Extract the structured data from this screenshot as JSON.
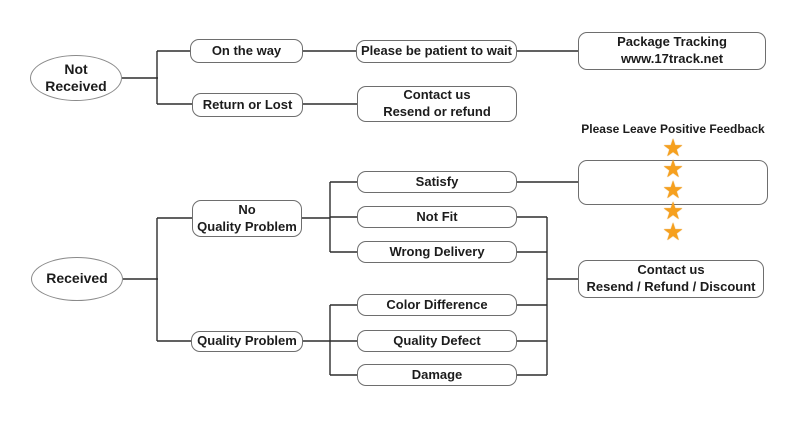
{
  "flowchart": {
    "colors": {
      "star": "#F6A01E",
      "line": "#2d2d2d",
      "box_border": "#6e6e6e",
      "text": "#1c1c1c",
      "background": "#ffffff"
    },
    "branches": {
      "not_received": {
        "root": {
          "line1": "Not",
          "line2": "Received"
        },
        "on_the_way": {
          "label": "On the way"
        },
        "be_patient": {
          "label": "Please be patient to wait"
        },
        "package_tracking": {
          "line1": "Package Tracking",
          "line2": "www.17track.net"
        },
        "return_or_lost": {
          "label": "Return or Lost"
        },
        "contact_resend_refund": {
          "line1": "Contact us",
          "line2": "Resend or refund"
        }
      },
      "received": {
        "root": {
          "label": "Received"
        },
        "no_quality_problem": {
          "line1": "No",
          "line2": "Quality Problem"
        },
        "satisfy": {
          "label": "Satisfy"
        },
        "positive_feedback": {
          "label": "Please Leave Positive Feedback",
          "star_count": 5
        },
        "not_fit": {
          "label": "Not Fit"
        },
        "wrong_delivery": {
          "label": "Wrong Delivery"
        },
        "quality_problem": {
          "label": "Quality Problem"
        },
        "color_difference": {
          "label": "Color Difference"
        },
        "quality_defect": {
          "label": "Quality Defect"
        },
        "damage": {
          "label": "Damage"
        },
        "contact_discount": {
          "line1": "Contact us",
          "line2": "Resend / Refund / Discount"
        }
      }
    }
  }
}
